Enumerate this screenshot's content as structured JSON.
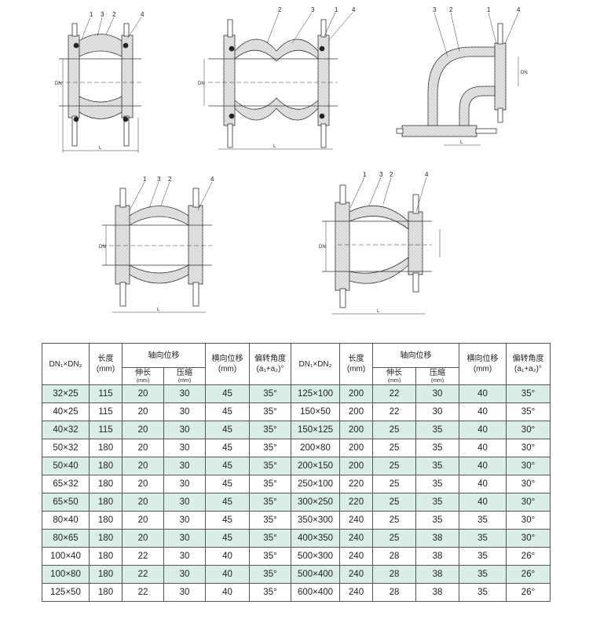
{
  "drawings": {
    "part_numbers": [
      "1",
      "2",
      "3",
      "4"
    ],
    "dim_length": "L",
    "dim_diameter": "DN"
  },
  "table": {
    "header": {
      "dn": "DN₁×DN₂",
      "length": "长度",
      "length_unit": "(mm)",
      "axial": "轴向位移",
      "extension": "伸长",
      "extension_unit": "(mm)",
      "compression": "压缩",
      "compression_unit": "(mm)",
      "lateral": "横向位移",
      "lateral_unit": "(mm)",
      "angle": "偏转角度",
      "angle_unit": "(a₁+a₂)°"
    },
    "rows": [
      {
        "shade": true,
        "left": [
          "32×25",
          "115",
          "20",
          "30",
          "45",
          "35°"
        ],
        "right": [
          "125×100",
          "200",
          "22",
          "30",
          "40",
          "35°"
        ]
      },
      {
        "shade": false,
        "left": [
          "40×25",
          "115",
          "20",
          "30",
          "45",
          "35°"
        ],
        "right": [
          "150×50",
          "200",
          "22",
          "30",
          "40",
          "35°"
        ]
      },
      {
        "shade": true,
        "left": [
          "40×32",
          "115",
          "20",
          "30",
          "45",
          "35°"
        ],
        "right": [
          "150×125",
          "200",
          "25",
          "35",
          "40",
          "30°"
        ]
      },
      {
        "shade": false,
        "left": [
          "50×32",
          "180",
          "20",
          "30",
          "45",
          "35°"
        ],
        "right": [
          "200×80",
          "200",
          "25",
          "35",
          "40",
          "30°"
        ]
      },
      {
        "shade": true,
        "left": [
          "50×40",
          "180",
          "20",
          "30",
          "45",
          "35°"
        ],
        "right": [
          "200×150",
          "200",
          "25",
          "35",
          "40",
          "30°"
        ]
      },
      {
        "shade": false,
        "left": [
          "65×32",
          "180",
          "20",
          "30",
          "45",
          "35°"
        ],
        "right": [
          "250×100",
          "220",
          "25",
          "35",
          "40",
          "30°"
        ]
      },
      {
        "shade": true,
        "left": [
          "65×50",
          "180",
          "20",
          "30",
          "45",
          "35°"
        ],
        "right": [
          "300×250",
          "220",
          "25",
          "35",
          "40",
          "30°"
        ]
      },
      {
        "shade": false,
        "left": [
          "80×40",
          "180",
          "20",
          "30",
          "45",
          "35°"
        ],
        "right": [
          "350×300",
          "240",
          "25",
          "35",
          "35",
          "30°"
        ]
      },
      {
        "shade": true,
        "left": [
          "80×65",
          "180",
          "20",
          "30",
          "45",
          "35°"
        ],
        "right": [
          "400×350",
          "240",
          "25",
          "38",
          "35",
          "30°"
        ]
      },
      {
        "shade": false,
        "left": [
          "100×40",
          "180",
          "22",
          "30",
          "40",
          "35°"
        ],
        "right": [
          "500×300",
          "240",
          "28",
          "38",
          "35",
          "26°"
        ]
      },
      {
        "shade": true,
        "left": [
          "100×80",
          "180",
          "22",
          "30",
          "40",
          "35°"
        ],
        "right": [
          "500×400",
          "240",
          "28",
          "38",
          "35",
          "26°"
        ]
      },
      {
        "shade": false,
        "left": [
          "125×50",
          "180",
          "22",
          "30",
          "40",
          "35°"
        ],
        "right": [
          "600×400",
          "240",
          "28",
          "38",
          "35",
          "26°"
        ]
      }
    ]
  }
}
